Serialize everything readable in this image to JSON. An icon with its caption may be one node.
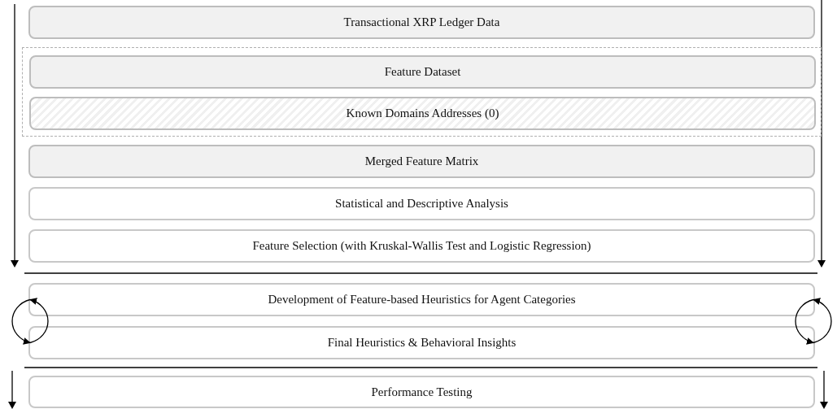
{
  "diagram": {
    "nodes": [
      {
        "text": [
          "Transactional XRP Ledger Data"
        ]
      },
      {
        "text": [],
        "shape": "box"
      },
      {
        "text": [
          "Feature Dataset"
        ],
        "in": 1
      },
      {
        "text": [
          "Known Domains Addresses (0)"
        ],
        "in": 1
      },
      {
        "text": [
          "Merged Feature Matrix"
        ]
      },
      {
        "text": [
          "Statistical and Descriptive Analysis"
        ]
      },
      {
        "text": [
          "Feature Selection (with Kruskal-Wallis Test and Logistic Regression)"
        ]
      },
      {
        "text": [
          "Development of Feature-based Heuristics for Agent Categories"
        ]
      },
      {
        "text": [
          "Final Heuristics & Behavioral Insights"
        ]
      },
      {
        "text": [
          "Performance Testing"
        ]
      }
    ],
    "edges": [
      {
        "from": 7,
        "to": 8,
        "arrow": "to"
      },
      {
        "from": 8,
        "to": 7,
        "arrow": "to"
      },
      {
        "from": 7,
        "to": 8,
        "arrow": "to"
      },
      {
        "from": 8,
        "to": 7,
        "arrow": "to"
      }
    ]
  }
}
